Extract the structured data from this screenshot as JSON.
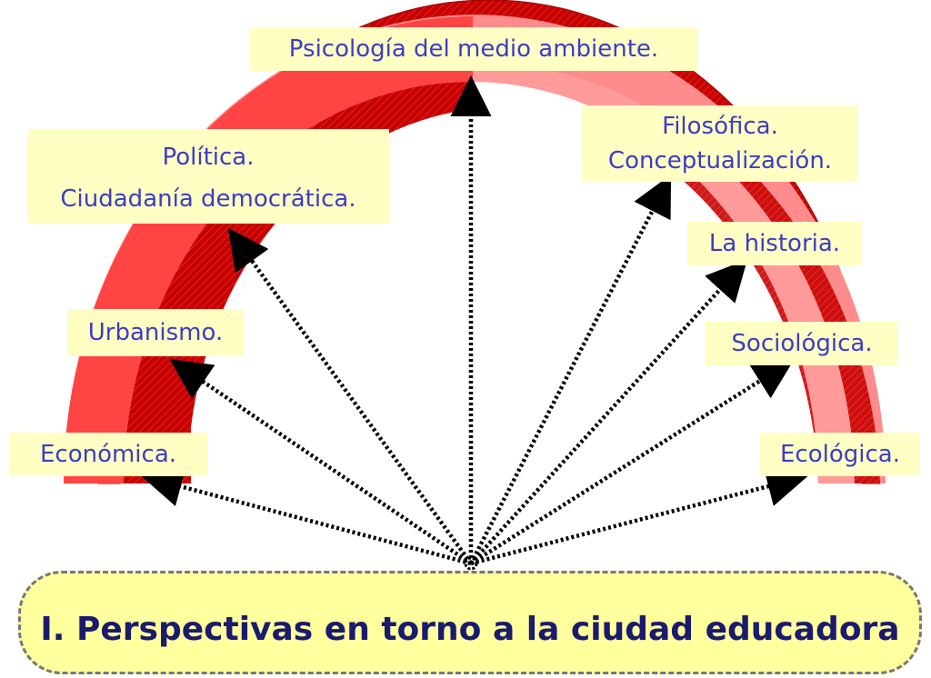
{
  "labels": {
    "psicologia": "Psicología del medio ambiente.",
    "politica_1": "Política.",
    "politica_2": "Ciudadanía democrática.",
    "filosofica_1": "Filosófica.",
    "filosofica_2": "Conceptualización.",
    "historia": "La historia.",
    "urbanismo": "Urbanismo.",
    "sociologica": "Sociológica.",
    "economica": "Económica.",
    "ecologica": "Ecológica."
  },
  "title": "I. Perspectivas en torno a la ciudad educadora",
  "colors": {
    "arch_front": "#ff4848",
    "arch_light": "#ff9a9a",
    "arch_dark": "#c80000",
    "label_bg": "#ffffc4",
    "label_text": "#3c3cc8",
    "title_bg": "#ffff9e",
    "title_text": "#1a1a6e"
  }
}
